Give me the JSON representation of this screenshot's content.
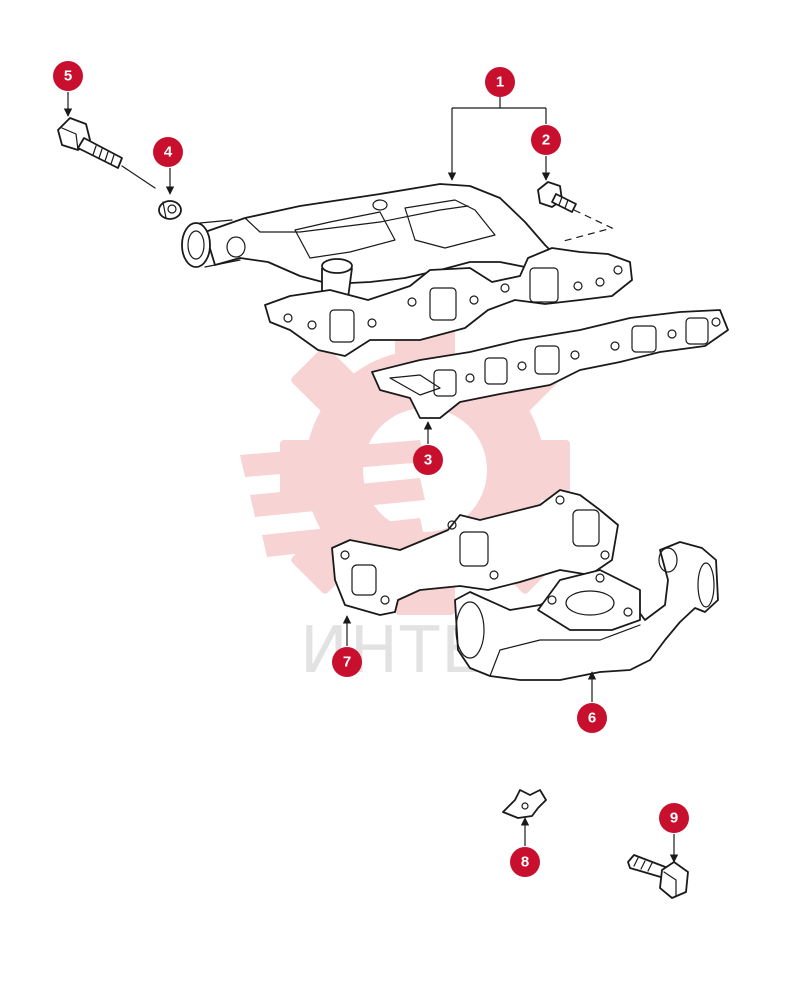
{
  "colors": {
    "callout": "#c8102e",
    "line": "#1a1a1a",
    "watermark": "#e23a3a"
  },
  "watermark": {
    "text": "ИНТЕХ"
  },
  "callouts": [
    {
      "id": "1",
      "label": "1"
    },
    {
      "id": "2",
      "label": "2"
    },
    {
      "id": "3",
      "label": "3"
    },
    {
      "id": "4",
      "label": "4"
    },
    {
      "id": "5",
      "label": "5"
    },
    {
      "id": "6",
      "label": "6"
    },
    {
      "id": "7",
      "label": "7"
    },
    {
      "id": "8",
      "label": "8"
    },
    {
      "id": "9",
      "label": "9"
    }
  ]
}
